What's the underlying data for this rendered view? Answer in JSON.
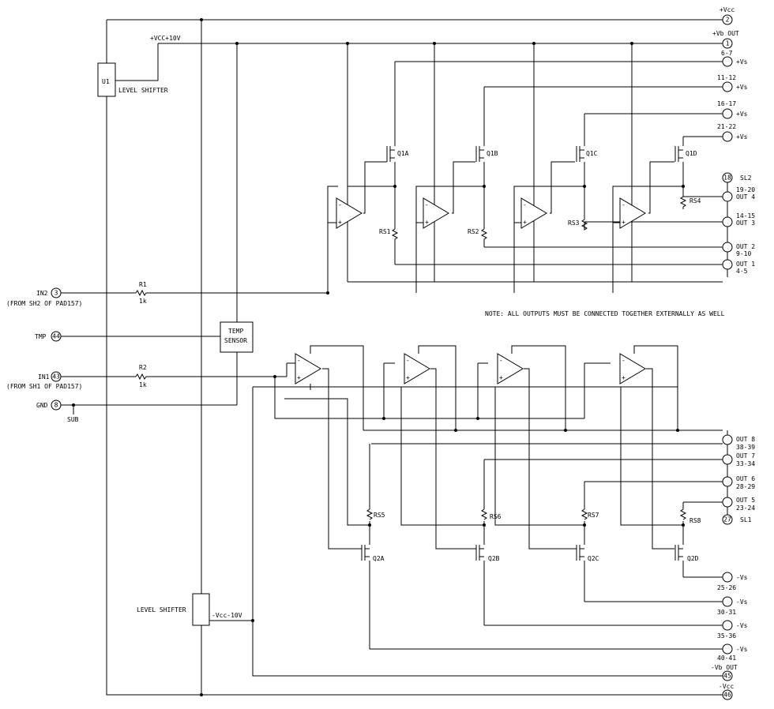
{
  "pins": {
    "vcc": {
      "num": "2",
      "label": "+Vcc"
    },
    "vb_out": {
      "num": "1",
      "label": "+Vb OUT"
    },
    "p18": {
      "num": "18",
      "label": "SL2"
    },
    "p3": {
      "num": "3",
      "label": "IN2"
    },
    "p44": {
      "num": "44",
      "label": "TMP"
    },
    "p43": {
      "num": "43",
      "label": "IN1"
    },
    "p8": {
      "num": "8",
      "label": "GND"
    },
    "p27": {
      "num": "27",
      "label": "SL1"
    },
    "p45": {
      "num": "45",
      "label": "-Vb OUT"
    },
    "p46": {
      "num": "46",
      "label": "-Vcc"
    }
  },
  "top_supply": [
    {
      "range": "6-7",
      "label": "+Vs"
    },
    {
      "range": "11-12",
      "label": "+Vs"
    },
    {
      "range": "16-17",
      "label": "+Vs"
    },
    {
      "range": "21-22",
      "label": "+Vs"
    }
  ],
  "top_outputs": [
    {
      "name": "OUT 4",
      "range": "19-20"
    },
    {
      "name": "OUT 3",
      "range": "14-15"
    },
    {
      "name": "OUT 2",
      "range": "9-10"
    },
    {
      "name": "OUT 1",
      "range": "4-5"
    }
  ],
  "bottom_outputs": [
    {
      "name": "OUT 8",
      "range": "38-39"
    },
    {
      "name": "OUT 7",
      "range": "33-34"
    },
    {
      "name": "OUT 6",
      "range": "28-29"
    },
    {
      "name": "OUT 5",
      "range": "23-24"
    }
  ],
  "bottom_supply": [
    {
      "label": "-Vs",
      "range": "25-26"
    },
    {
      "label": "-Vs",
      "range": "30-31"
    },
    {
      "label": "-Vs",
      "range": "35-36"
    },
    {
      "label": "-Vs",
      "range": "40-41"
    }
  ],
  "labels": {
    "vcc_plus10": "+VCC+10V",
    "u1": "U1",
    "level_shifter_top": "LEVEL SHIFTER",
    "level_shifter_bottom": "LEVEL SHIFTER",
    "vcc_minus10": "-Vcc-10V",
    "temp_sensor_1": "TEMP",
    "temp_sensor_2": "SENSOR",
    "r1": "R1",
    "r1_value": "1k",
    "r2": "R2",
    "r2_value": "1k",
    "in2_from": "(FROM SH2 OF PAD157)",
    "in1_from": "(FROM SH1 OF PAD157)",
    "sub": "SUB",
    "note": "NOTE: ALL OUTPUTS MUST BE CONNECTED TOGETHER EXTERNALLY AS WELL"
  },
  "top_channels": [
    {
      "q": "Q1A",
      "rs": "RS1"
    },
    {
      "q": "Q1B",
      "rs": "RS2"
    },
    {
      "q": "Q1C",
      "rs": "RS3"
    },
    {
      "q": "Q1D",
      "rs": "RS4"
    }
  ],
  "bottom_channels": [
    {
      "q": "Q2A",
      "rs": "RS5"
    },
    {
      "q": "Q2B",
      "rs": "RS6"
    },
    {
      "q": "Q2C",
      "rs": "RS7"
    },
    {
      "q": "Q2D",
      "rs": "RS8"
    }
  ],
  "opamp_signs": {
    "minus": "-",
    "plus": "+"
  }
}
